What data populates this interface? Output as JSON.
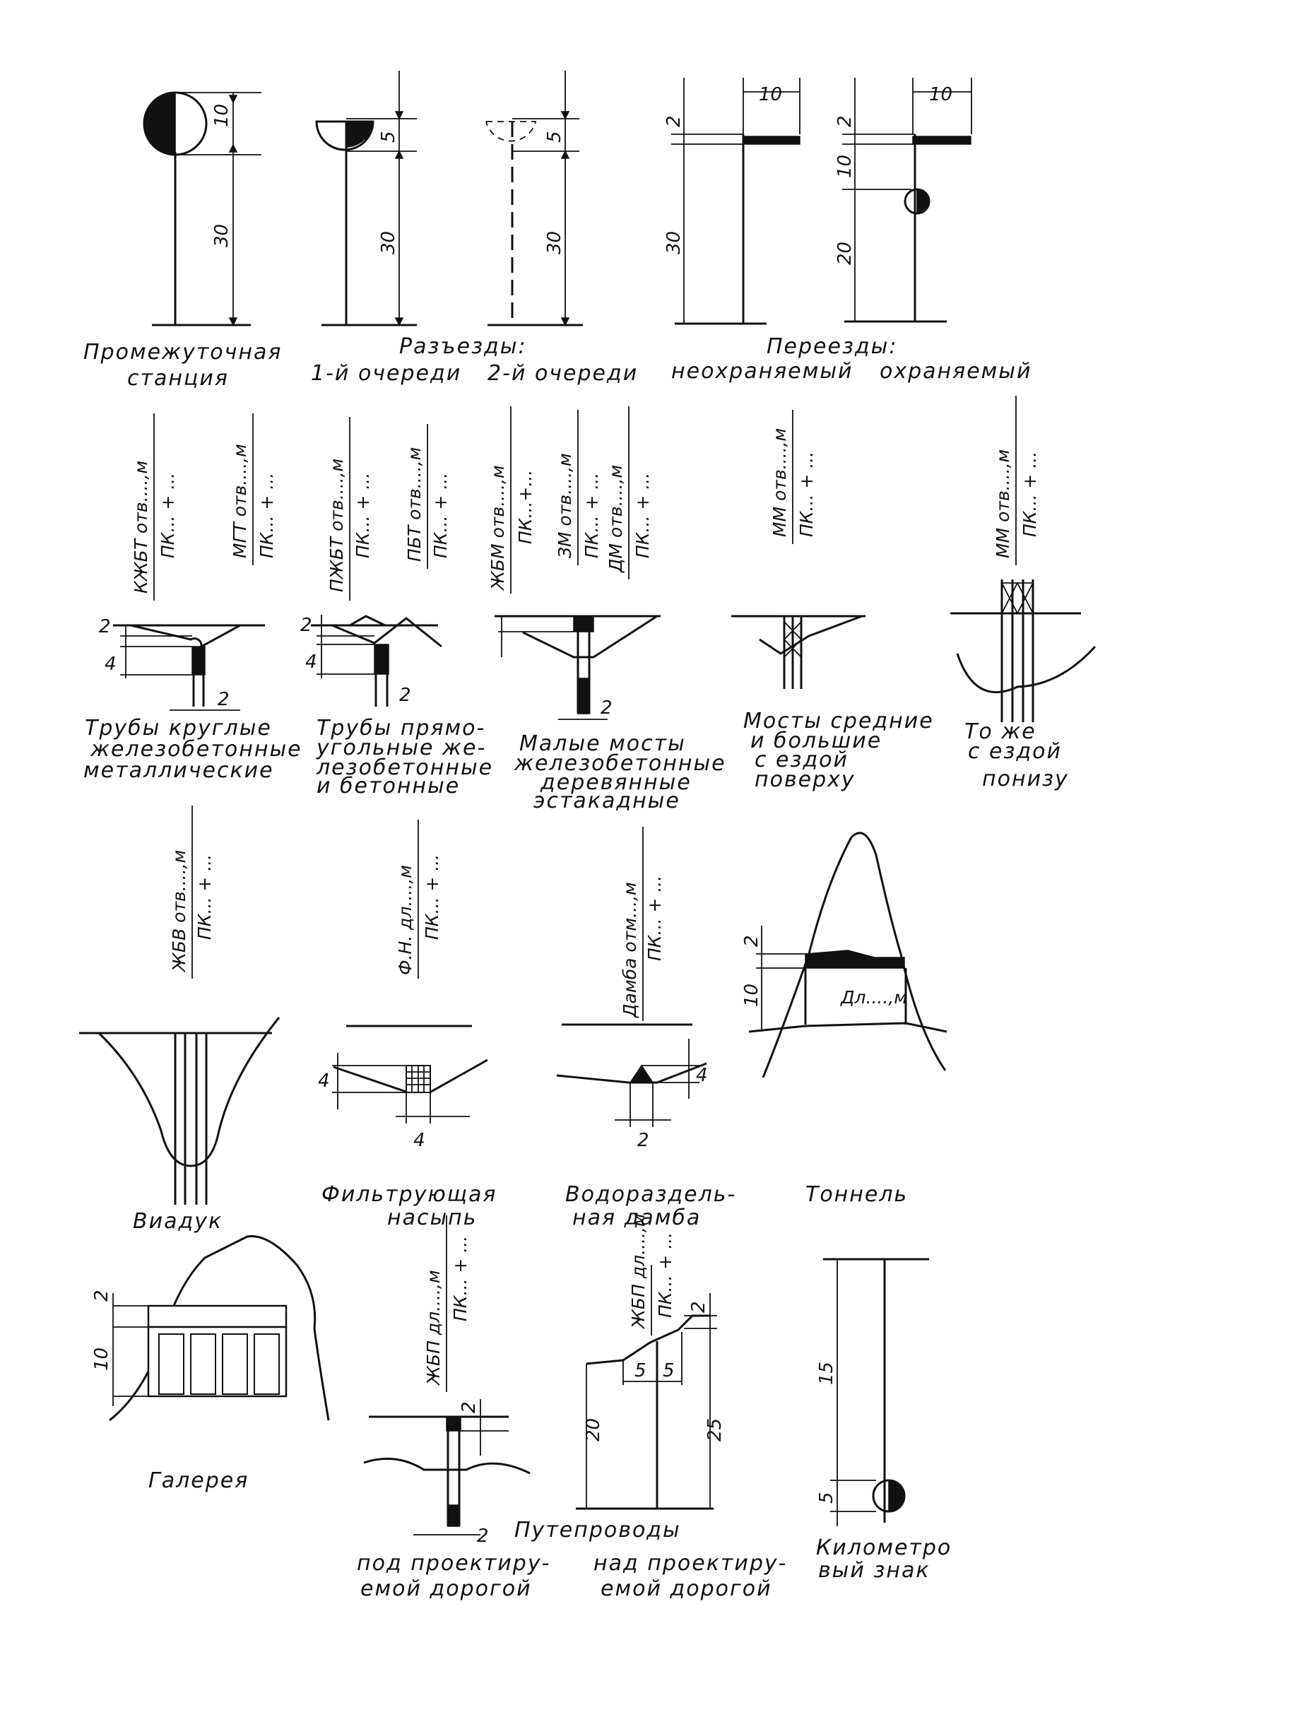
{
  "stations": {
    "intermediate": {
      "caption": [
        "Промежуточная",
        "станция"
      ],
      "dims": [
        "10",
        "30"
      ]
    },
    "sidings": {
      "caption": "Разъезды:",
      "first": "1-й очереди",
      "second": "2-й очереди",
      "dims": [
        "5",
        "30",
        "5",
        "30"
      ]
    },
    "crossings": {
      "caption": "Переезды:",
      "unguarded": "неохраняемый",
      "guarded": "охраняемый",
      "dims": [
        "10",
        "2",
        "30",
        "10",
        "2",
        "10",
        "20"
      ]
    }
  },
  "culverts_bridges": {
    "round_pipes": {
      "labels": [
        "КЖБТ отв....,м",
        "ПК... + ...",
        "МГТ отв....,м",
        "ПК... + ..."
      ],
      "caption": [
        "Трубы круглые",
        "железобетонные",
        "металлические"
      ],
      "dims": [
        "2",
        "4",
        "2"
      ]
    },
    "rect_pipes": {
      "labels": [
        "ПЖБТ отв....,м",
        "ПК... + ...",
        "ПБТ отв....,м",
        "ПК... + ..."
      ],
      "caption": [
        "Трубы прямо-",
        "угольные же-",
        "лезобетонные",
        "и бетонные"
      ],
      "dims": [
        "2",
        "4",
        "2"
      ]
    },
    "small_bridges": {
      "labels": [
        "ЖБМ отв....,м",
        "ПК...+...",
        "ЗМ отв....,м",
        "ПК... + ...",
        "ДМ отв....,м",
        "ПК... + ..."
      ],
      "caption": [
        "Малые мосты",
        "железобетонные",
        "деревянные",
        "эстакадные"
      ],
      "dims": [
        "2"
      ]
    },
    "big_bridges": {
      "labels": [
        "ММ отв....,м",
        "ПК... + ..."
      ],
      "caption": [
        "Мосты средние",
        "и большие",
        "с ездой",
        "поверху"
      ]
    },
    "big_bridges_below": {
      "labels": [
        "ММ отв....,м",
        "ПК... + ..."
      ],
      "caption": [
        "То же",
        "с ездой",
        "понизу"
      ]
    }
  },
  "structures": {
    "viaduct": {
      "labels": [
        "ЖБВ отв....,м",
        "ПК... + ..."
      ],
      "caption": "Виадук"
    },
    "filter_embankment": {
      "labels": [
        "Ф.Н. дл....,м",
        "ПК... + ..."
      ],
      "caption": [
        "Фильтрующая",
        "насыпь"
      ],
      "dims": [
        "4",
        "4"
      ]
    },
    "watershed_dam": {
      "labels": [
        "Дамба отм...,м",
        "ПК... + ..."
      ],
      "caption": [
        "Водораздель-",
        "ная дамба"
      ],
      "dims": [
        "4",
        "2"
      ]
    },
    "tunnel": {
      "inner": "Дл....,м",
      "caption": "Тоннель",
      "dims": [
        "2",
        "10"
      ]
    }
  },
  "bottom": {
    "gallery": {
      "caption": "Галерея",
      "dims": [
        "2",
        "10"
      ]
    },
    "overpass_under": {
      "labels": [
        "ЖБП дл....,м",
        "ПК... + ..."
      ],
      "dims": [
        "2",
        "2"
      ]
    },
    "overpass_over": {
      "labels": [
        "ЖБП дл....,м",
        "ПК... + ..."
      ],
      "dims": [
        "2",
        "5",
        "5",
        "20",
        "25"
      ]
    },
    "overpass_caption": [
      "Путепроводы",
      "под проектиру-",
      "емой дорогой",
      "над проектиру-",
      "емой дорогой"
    ],
    "km_sign": {
      "caption": [
        "Километро",
        "вый знак"
      ],
      "dims": [
        "15",
        "5"
      ]
    }
  }
}
